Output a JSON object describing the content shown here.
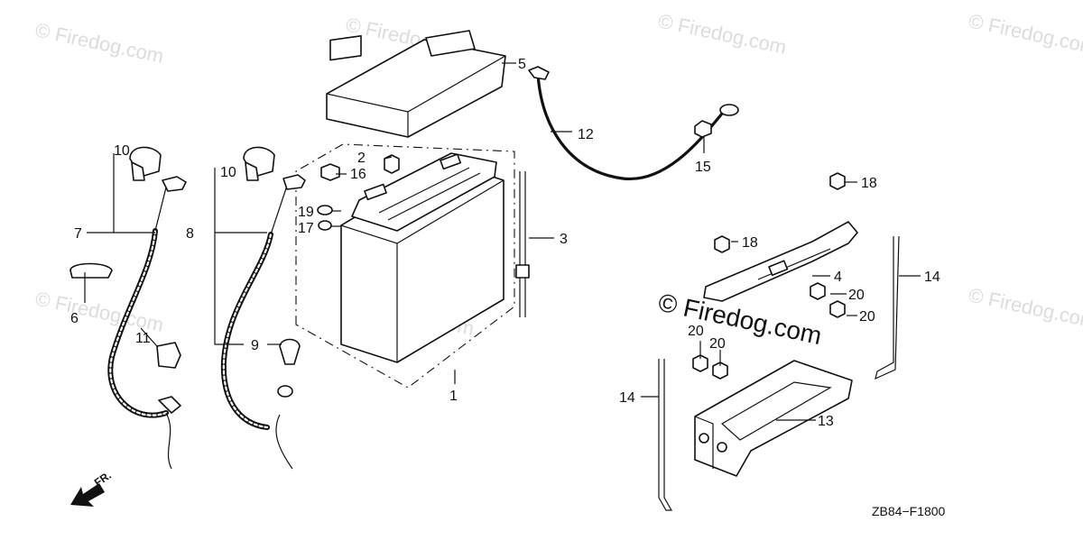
{
  "diagram_code": "ZB84−F1800",
  "direction_marker": "FR.",
  "watermark_large": "© Firedog.com",
  "watermark_small": "© Firedog.com",
  "callouts": {
    "p1": "1",
    "p2": "2",
    "p3": "3",
    "p4": "4",
    "p5": "5",
    "p6": "6",
    "p7": "7",
    "p8": "8",
    "p9": "9",
    "p10a": "10",
    "p10b": "10",
    "p11": "11",
    "p12": "12",
    "p13": "13",
    "p14a": "14",
    "p14b": "14",
    "p15": "15",
    "p16": "16",
    "p17": "17",
    "p18a": "18",
    "p18b": "18",
    "p19": "19",
    "p20a": "20",
    "p20b": "20",
    "p20c": "20",
    "p20d": "20"
  }
}
